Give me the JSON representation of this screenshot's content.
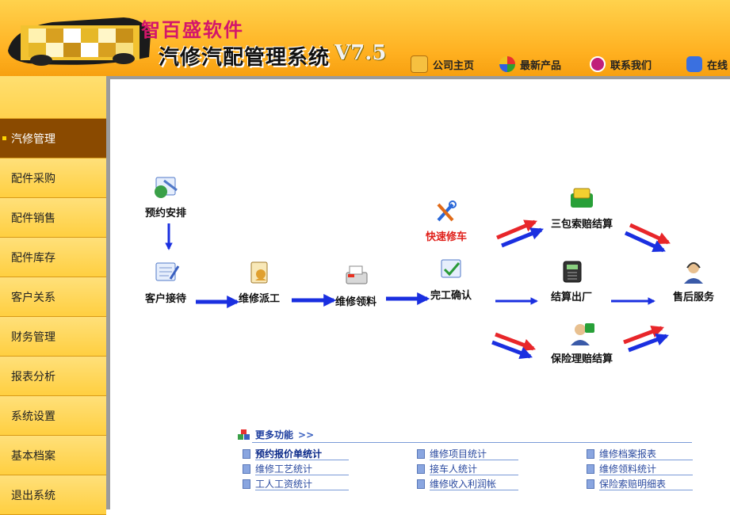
{
  "header": {
    "brand": "智百盛软件",
    "product": "汽修汽配管理系统",
    "version": "V7.5",
    "links": [
      {
        "label": "公司主页",
        "icon": "home-icon"
      },
      {
        "label": "最新产品",
        "icon": "product-icon"
      },
      {
        "label": "联系我们",
        "icon": "contact-icon"
      },
      {
        "label": "在线",
        "icon": "online-icon"
      }
    ]
  },
  "sidebar": {
    "items": [
      {
        "label": "汽修管理",
        "active": true
      },
      {
        "label": "配件采购"
      },
      {
        "label": "配件销售"
      },
      {
        "label": "配件库存"
      },
      {
        "label": "客户关系"
      },
      {
        "label": "财务管理"
      },
      {
        "label": "报表分析"
      },
      {
        "label": "系统设置"
      },
      {
        "label": "基本档案"
      },
      {
        "label": "退出系统"
      }
    ]
  },
  "flow": {
    "nodes": {
      "reservation": "预约安排",
      "reception": "客户接待",
      "dispatch": "维修派工",
      "parts": "维修领料",
      "quick_repair": "快速修车",
      "completion": "完工确认",
      "warranty": "三包索赔结算",
      "checkout": "结算出厂",
      "insurance": "保险理赔结算",
      "after_sales": "售后服务"
    },
    "colors": {
      "arrow_blue": "#1a2fe0",
      "arrow_red": "#e8262a",
      "quick_repair_text": "#e0201a"
    }
  },
  "more": {
    "title": "更多功能",
    "chevron": ">>",
    "links": [
      [
        "预约报价单统计",
        "维修项目统计",
        "维修档案报表"
      ],
      [
        "维修工艺统计",
        "接车人统计",
        "维修领料统计"
      ],
      [
        "工人工资统计",
        "维修收入利润帐",
        "保险索赔明细表"
      ]
    ]
  }
}
